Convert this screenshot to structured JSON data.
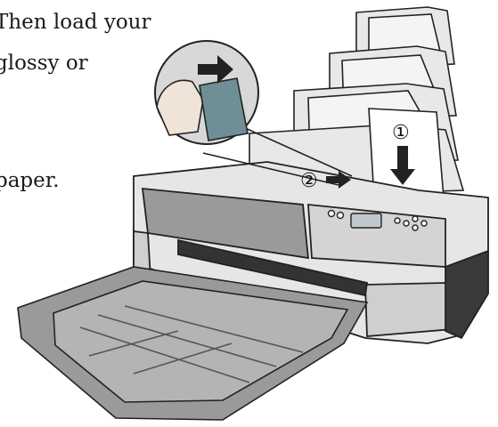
{
  "instructions": {
    "line_1": "Then load your",
    "line_2": "glossy or",
    "line_3": "paper."
  },
  "callouts": {
    "step_1": "①",
    "step_2": "②"
  },
  "icons": {
    "zoom_inset": "magnifier-inset",
    "arrow_push": "arrow-right-icon",
    "arrow_down": "arrow-down-icon"
  },
  "colors": {
    "printer_body": "#e6e6e6",
    "printer_shadow": "#9a9a9a",
    "paper": "#ffffff",
    "lines": "#222222",
    "hand": "#f0e3d8",
    "edge_guide": "#6f8f96"
  }
}
